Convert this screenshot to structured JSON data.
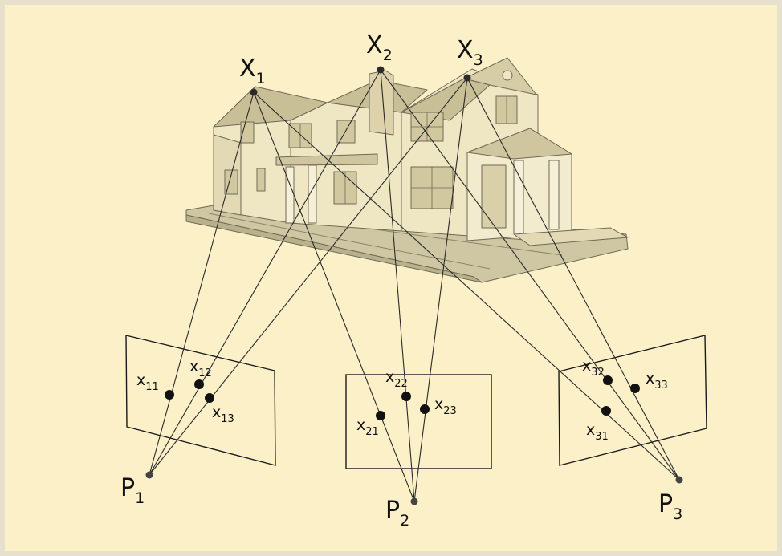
{
  "colors": {
    "background": "#fcf0c8",
    "frame": "#e6e0cc",
    "ink": "#1a1a1a",
    "house_wall": "#efe6c4",
    "house_roof": "#c9bf97",
    "house_line": "#6f6a55"
  },
  "scene_points": [
    {
      "base": "X",
      "sub": "1"
    },
    {
      "base": "X",
      "sub": "2"
    },
    {
      "base": "X",
      "sub": "3"
    }
  ],
  "cameras": [
    {
      "base": "P",
      "sub": "1"
    },
    {
      "base": "P",
      "sub": "2"
    },
    {
      "base": "P",
      "sub": "3"
    }
  ],
  "image_points": [
    {
      "base": "x",
      "sub": "11"
    },
    {
      "base": "x",
      "sub": "12"
    },
    {
      "base": "x",
      "sub": "13"
    },
    {
      "base": "x",
      "sub": "21"
    },
    {
      "base": "x",
      "sub": "22"
    },
    {
      "base": "x",
      "sub": "23"
    },
    {
      "base": "x",
      "sub": "31"
    },
    {
      "base": "x",
      "sub": "32"
    },
    {
      "base": "x",
      "sub": "33"
    }
  ]
}
